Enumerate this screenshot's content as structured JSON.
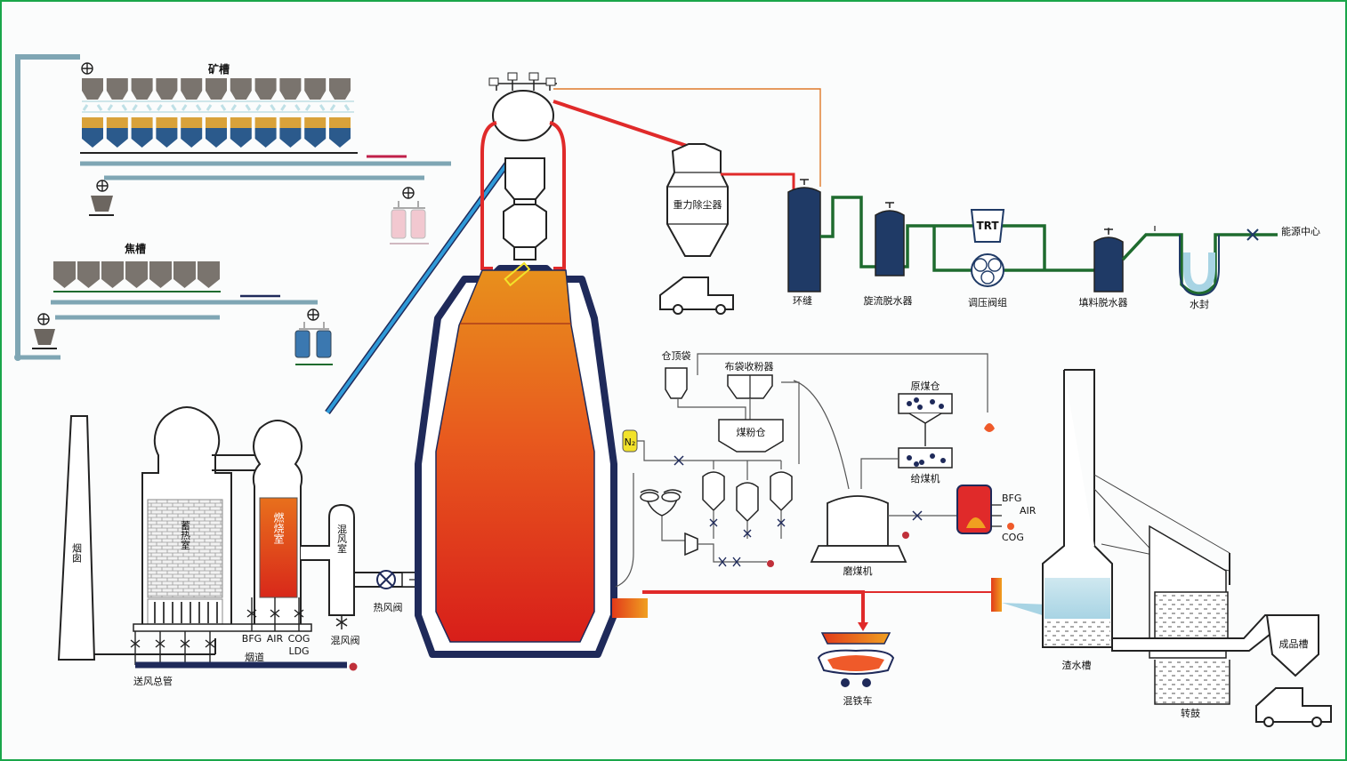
{
  "labels": {
    "ore_bin": "矿槽",
    "coke_bin": "焦槽",
    "chimney": "烟囱",
    "regenerator": "蓄热室",
    "combustion": "燃烧室",
    "mixing_room": "混风室",
    "hot_blast_valve": "热风阀",
    "mixing_valve": "混风阀",
    "flue": "烟道",
    "main_air_pipe": "送风总管",
    "bfg": "BFG",
    "air": "AIR",
    "cog": "COG",
    "ldg": "LDG",
    "dust_catcher": "重力除尘器",
    "ring_seam": "环缝",
    "cyclone_dewater": "旋流脱水器",
    "trt": "TRT",
    "pressure_valve_group": "调压阀组",
    "packed_dewater": "填料脱水器",
    "water_seal": "水封",
    "energy_center": "能源中心",
    "top_bin": "仓顶袋",
    "bag_collector": "布袋收粉器",
    "coal_powder_bin": "煤粉仓",
    "n2": "N₂",
    "raw_coal_bin": "原煤仓",
    "coal_feeder": "给煤机",
    "coal_mill": "磨煤机",
    "mill_bfg": "BFG",
    "mill_air": "AIR",
    "mill_cog": "COG",
    "torpedo_car": "混铁车",
    "slag_tank": "渣水槽",
    "drum": "转鼓",
    "product_bin": "成品槽"
  },
  "colors": {
    "frame": "#1aa64a",
    "gas_green": "#1e6b2e",
    "hot_red": "#e02a2a",
    "navy": "#1f2a5a",
    "steel_blue": "#2b5a8c",
    "conveyor": "#7fa6b4",
    "furnace_orange": "#e8841c",
    "furnace_red": "#e0281c",
    "ore_gold": "#d9a23a",
    "gray_bin": "#7a746e"
  }
}
